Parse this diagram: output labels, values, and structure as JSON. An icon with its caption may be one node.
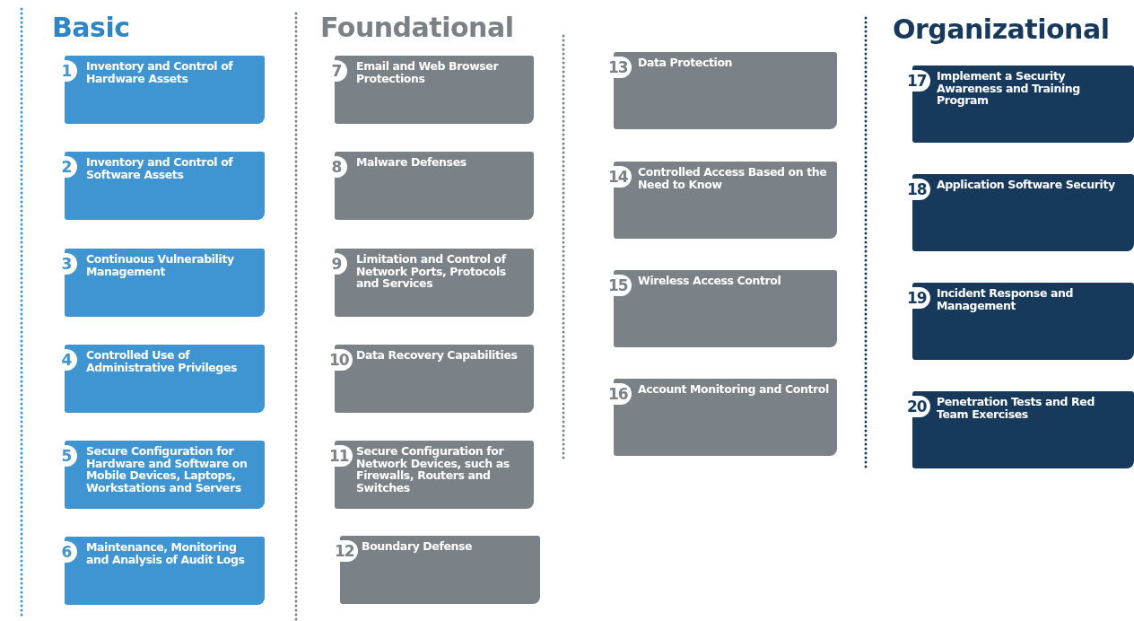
{
  "diagram": {
    "nodes": [
      {
        "text": [
          "1",
          "Inventory and Control of Hardware Assets"
        ]
      },
      {
        "text": [
          "2",
          "Inventory and Control of Software Assets"
        ]
      },
      {
        "text": [
          "3",
          "Continuous Vulnerability Management"
        ]
      },
      {
        "text": [
          "4",
          "Controlled Use of Administrative Privileges"
        ]
      },
      {
        "text": [
          "5",
          "Secure Configuration for Hardware and Software on Mobile Devices, Laptops, Workstations and Servers"
        ]
      },
      {
        "text": [
          "6",
          "Maintenance, Monitoring and Analysis of Audit Logs"
        ]
      },
      {
        "text": [
          "7",
          "Email and Web Browser Protections"
        ]
      },
      {
        "text": [
          "8",
          "Malware Defenses"
        ]
      },
      {
        "text": [
          "9",
          "Limitation and Control of Network Ports, Protocols and Services"
        ]
      },
      {
        "text": [
          "10",
          "Data Recovery Capabilities"
        ]
      },
      {
        "text": [
          "11",
          "Secure Configuration for Network Devices, such as Firewalls, Routers and Switches"
        ]
      },
      {
        "text": [
          "12",
          "Boundary Defense"
        ]
      },
      {
        "text": [
          "13",
          "Data Protection"
        ]
      },
      {
        "text": [
          "14",
          "Controlled Access Based on the Need to Know"
        ]
      },
      {
        "text": [
          "15",
          "Wireless Access Control"
        ]
      },
      {
        "text": [
          "16",
          "Account Monitoring and Control"
        ]
      },
      {
        "text": [
          "17",
          "Implement a Security Awareness and Training Program"
        ]
      },
      {
        "text": [
          "18",
          "Application Software Security"
        ]
      },
      {
        "text": [
          "19",
          "Incident Response and Management"
        ]
      },
      {
        "text": [
          "20",
          "Penetration Tests and Red Team Exercises"
        ]
      }
    ],
    "edges": [],
    "labels": [
      "Basic",
      "Foundational",
      "Organizational"
    ]
  }
}
